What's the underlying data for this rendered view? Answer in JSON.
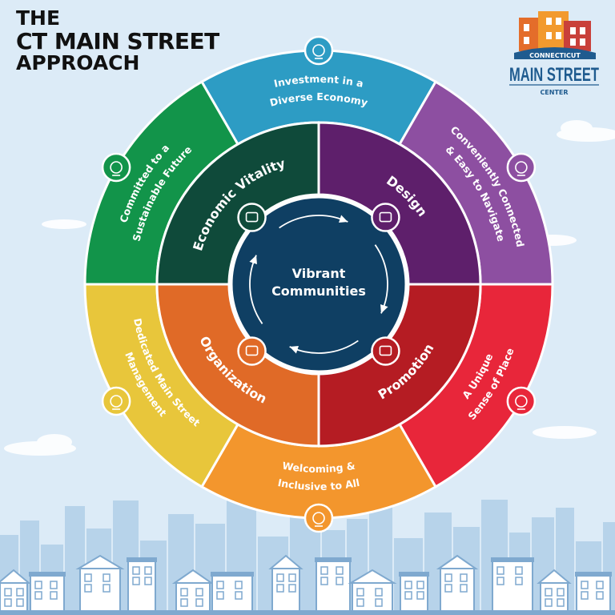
{
  "header": {
    "title_line1": "THE",
    "title_line2": "CT MAIN STREET",
    "title_line3": "APPROACH"
  },
  "logo": {
    "top": "CONNECTICUT",
    "main": "MAIN STREET",
    "bottom": "CENTER"
  },
  "center": {
    "line1": "Vibrant",
    "line2": "Communities"
  },
  "pillars": [
    {
      "label": "Economic Vitality",
      "color": "#0f4a3a",
      "icon": "chart-icon"
    },
    {
      "label": "Design",
      "color": "#5e1f6b",
      "icon": "signpost-icon"
    },
    {
      "label": "Promotion",
      "color": "#b51c23",
      "icon": "megaphone-icon"
    },
    {
      "label": "Organization",
      "color": "#e06a27",
      "icon": "chat-bubbles-icon"
    }
  ],
  "outcomes": [
    {
      "lines": [
        "Investment in a",
        "Diverse Economy"
      ],
      "color": "#2d9cc4",
      "icon": "money-hands-icon"
    },
    {
      "lines": [
        "Conveniently Connected",
        "& Easy to Navigate"
      ],
      "color": "#8d4fa1",
      "icon": "bicycle-icon"
    },
    {
      "lines": [
        "A Unique",
        "Sense of Place"
      ],
      "color": "#e8263a",
      "icon": "location-pin-icon"
    },
    {
      "lines": [
        "Welcoming &",
        "Inclusive to All"
      ],
      "color": "#f3962d",
      "icon": "handshake-icon"
    },
    {
      "lines": [
        "Dedicated Main Street",
        "Management"
      ],
      "color": "#e8c63b",
      "icon": "building-icon"
    },
    {
      "lines": [
        "Committed to a",
        "Sustainable Future"
      ],
      "color": "#12944a",
      "icon": "leaves-icon"
    }
  ],
  "colors": {
    "background": "#dcebf7",
    "center": "#0f3f63",
    "skyline": "#b7d3ea",
    "houses": "#7fa9cf"
  }
}
